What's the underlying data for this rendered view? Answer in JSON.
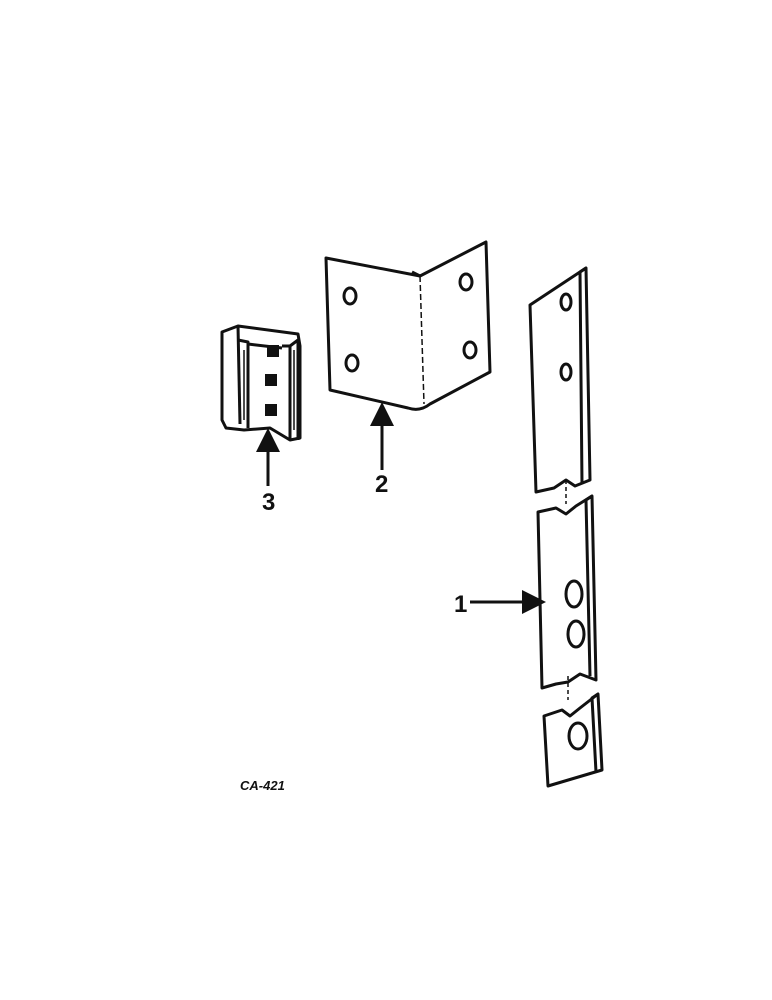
{
  "callouts": {
    "part1": "1",
    "part2": "2",
    "part3": "3"
  },
  "figure_code": "CA-421",
  "colors": {
    "ink": "#111111",
    "paper": "#ffffff"
  }
}
